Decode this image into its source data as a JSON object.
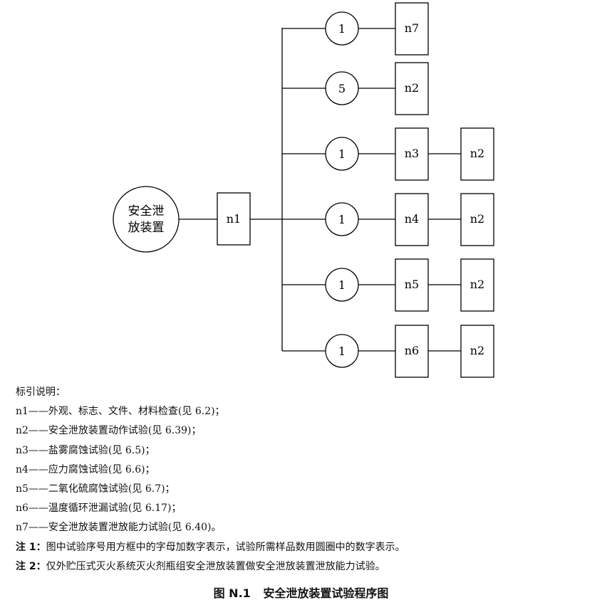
{
  "diagram": {
    "root_lines": [
      "安全泄",
      "放装置"
    ],
    "first_box": "n1",
    "branches": [
      {
        "sample_count": "1",
        "test": "n7",
        "followup": ""
      },
      {
        "sample_count": "5",
        "test": "n2",
        "followup": ""
      },
      {
        "sample_count": "1",
        "test": "n3",
        "followup": "n2"
      },
      {
        "sample_count": "1",
        "test": "n4",
        "followup": "n2"
      },
      {
        "sample_count": "1",
        "test": "n5",
        "followup": "n2"
      },
      {
        "sample_count": "1",
        "test": "n6",
        "followup": "n2"
      }
    ]
  },
  "legend": {
    "heading": "标引说明：",
    "items": [
      "n1——外观、标志、文件、材料检查(见 6.2)；",
      "n2——安全泄放装置动作试验(见 6.39)；",
      "n3——盐雾腐蚀试验(见 6.5)；",
      "n4——应力腐蚀试验(见 6.6)；",
      "n5——二氧化硫腐蚀试验(见 6.7)；",
      "n6——温度循环泄漏试验(见 6.17)；",
      "n7——安全泄放装置泄放能力试验(见 6.40)。"
    ],
    "notes": [
      {
        "label": "注 1：",
        "text": "图中试验序号用方框中的字母加数字表示，试验所需样品数用圆圈中的数字表示。"
      },
      {
        "label": "注 2：",
        "text": "仅外贮压式灭火系统灭火剂瓶组安全泄放装置做安全泄放装置泄放能力试验。"
      }
    ]
  },
  "caption": {
    "number": "图 N.1",
    "title": "安全泄放装置试验程序图"
  }
}
